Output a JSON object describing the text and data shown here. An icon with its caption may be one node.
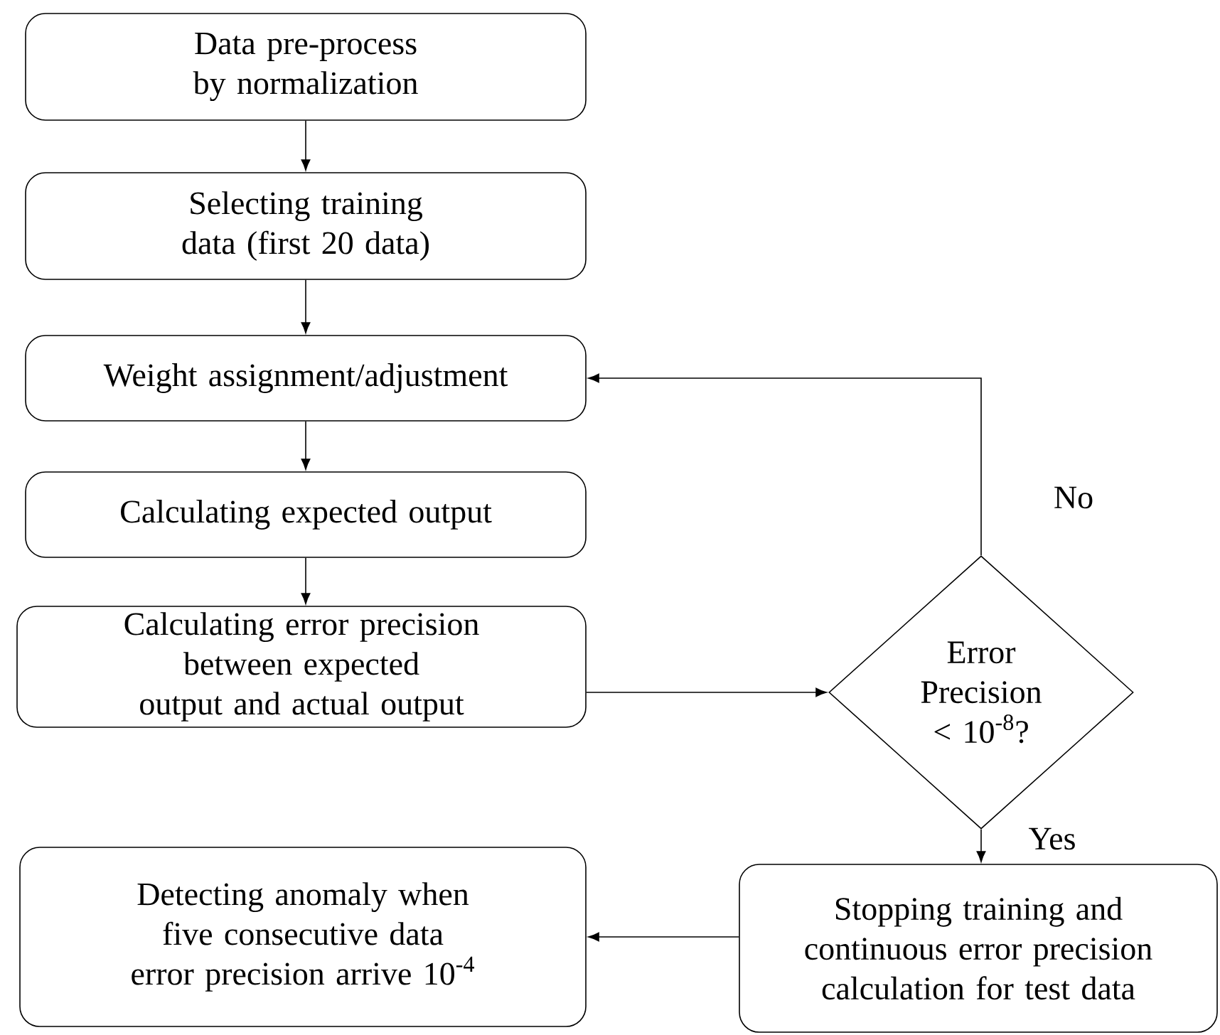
{
  "diagram": {
    "nodes": [
      {
        "text": [
          "Data pre-process by normalization"
        ]
      },
      {
        "text": [
          "Selecting training data (first 20 data)"
        ]
      },
      {
        "text": [
          "Weight assignment/adjustment"
        ]
      },
      {
        "text": [
          "Calculating expected output"
        ]
      },
      {
        "text": [
          "Calculating error precision between expected output and actual output"
        ]
      },
      {
        "text": [
          "Error Precision < 10$^{-8}$?"
        ]
      },
      {
        "text": [
          "Stopping training and continuous error precision calculation for test data"
        ]
      },
      {
        "text": [
          "Detecting anomaly when five consecutive data error precision arrive 10$^{-4}$"
        ]
      }
    ],
    "edges": [
      {
        "from": 0,
        "to": 1,
        "arrow": "to"
      },
      {
        "from": 1,
        "to": 2,
        "arrow": "to"
      },
      {
        "from": 2,
        "to": 3,
        "arrow": "to"
      },
      {
        "from": 3,
        "to": 4,
        "arrow": "to"
      },
      {
        "from": 4,
        "to": 5,
        "arrow": "to"
      },
      {
        "from": 5,
        "to": 2,
        "arrow": "to",
        "label": "No"
      },
      {
        "from": 5,
        "to": 6,
        "arrow": "to",
        "label": "Yes"
      },
      {
        "from": 6,
        "to": 7,
        "arrow": "to"
      }
    ]
  }
}
